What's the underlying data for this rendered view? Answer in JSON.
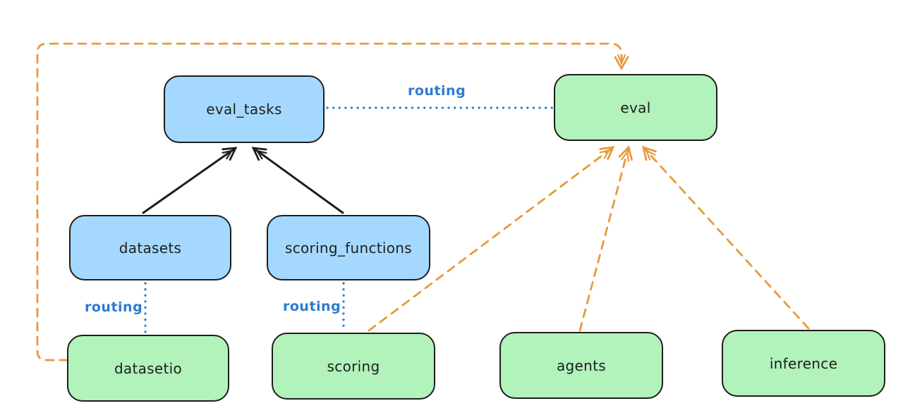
{
  "diagram": {
    "type": "architecture-diagram",
    "nodes": [
      {
        "id": "eval_tasks",
        "label": "eval_tasks",
        "kind": "api",
        "fill": "#a5d8ff"
      },
      {
        "id": "eval",
        "label": "eval",
        "kind": "provider",
        "fill": "#b2f2bb"
      },
      {
        "id": "datasets",
        "label": "datasets",
        "kind": "api",
        "fill": "#a5d8ff"
      },
      {
        "id": "scoring_functions",
        "label": "scoring_functions",
        "kind": "api",
        "fill": "#a5d8ff"
      },
      {
        "id": "datasetio",
        "label": "datasetio",
        "kind": "provider",
        "fill": "#b2f2bb"
      },
      {
        "id": "scoring",
        "label": "scoring",
        "kind": "provider",
        "fill": "#b2f2bb"
      },
      {
        "id": "agents",
        "label": "agents",
        "kind": "provider",
        "fill": "#b2f2bb"
      },
      {
        "id": "inference",
        "label": "inference",
        "kind": "provider",
        "fill": "#b2f2bb"
      }
    ],
    "routing_label": "routing",
    "colors": {
      "node_stroke": "#1e1e1e",
      "api_fill": "#a5d8ff",
      "provider_fill": "#b2f2bb",
      "routing_blue": "#2d7ad1",
      "dependency_orange": "#e8993c",
      "solid_arrow_black": "#1e1e1e",
      "background": "#ffffff"
    },
    "edges": [
      {
        "from": "datasets",
        "to": "eval_tasks",
        "style": "solid-arrow",
        "color": "#1e1e1e"
      },
      {
        "from": "scoring_functions",
        "to": "eval_tasks",
        "style": "solid-arrow",
        "color": "#1e1e1e"
      },
      {
        "from": "eval_tasks",
        "to": "eval",
        "style": "dotted-line",
        "color": "#2d7ad1",
        "label": "routing"
      },
      {
        "from": "datasets",
        "to": "datasetio",
        "style": "dotted-line",
        "color": "#2d7ad1",
        "label": "routing"
      },
      {
        "from": "scoring_functions",
        "to": "scoring",
        "style": "dotted-line",
        "color": "#2d7ad1",
        "label": "routing"
      },
      {
        "from": "datasetio",
        "to": "eval",
        "style": "dashed-arrow",
        "color": "#e8993c"
      },
      {
        "from": "scoring",
        "to": "eval",
        "style": "dashed-arrow",
        "color": "#e8993c"
      },
      {
        "from": "agents",
        "to": "eval",
        "style": "dashed-arrow",
        "color": "#e8993c"
      },
      {
        "from": "inference",
        "to": "eval",
        "style": "dashed-arrow",
        "color": "#e8993c"
      }
    ]
  }
}
